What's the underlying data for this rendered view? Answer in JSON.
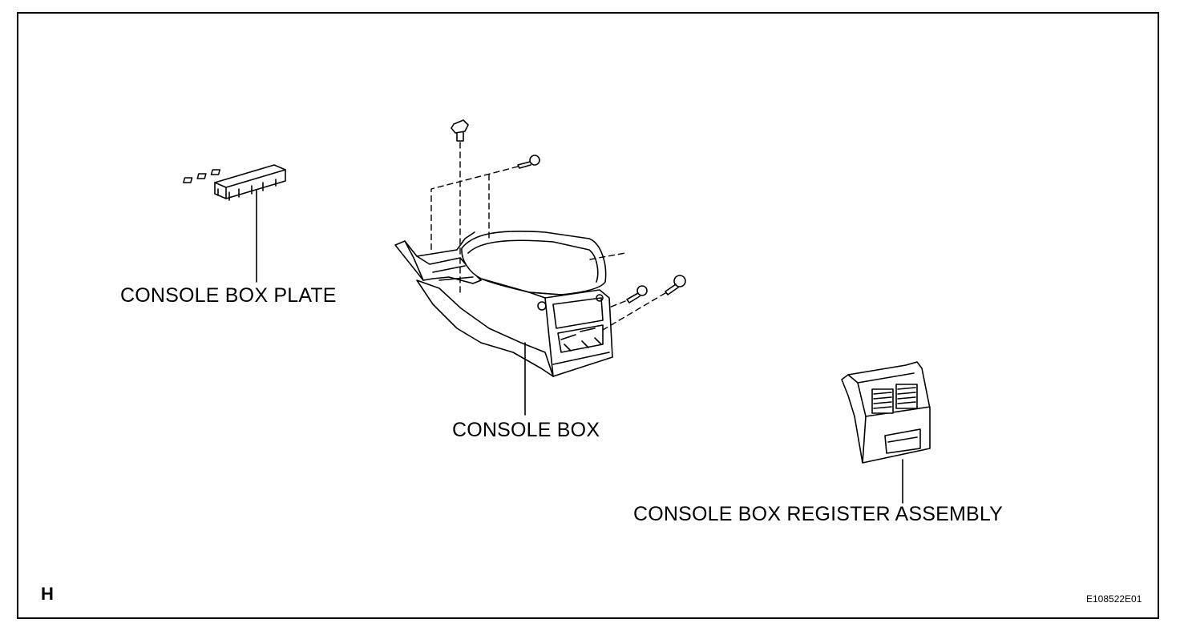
{
  "labels": {
    "console_box_plate": "CONSOLE BOX PLATE",
    "console_box": "CONSOLE BOX",
    "console_box_register_assembly": "CONSOLE BOX REGISTER ASSEMBLY"
  },
  "view_letter": "H",
  "figure_code": "E108522E01",
  "colors": {
    "line": "#000000",
    "background": "#ffffff"
  },
  "icons": {
    "plate": "console-box-plate-part",
    "box": "console-box-part",
    "register": "console-box-register-part",
    "fasteners": "screw-clip-icons"
  }
}
